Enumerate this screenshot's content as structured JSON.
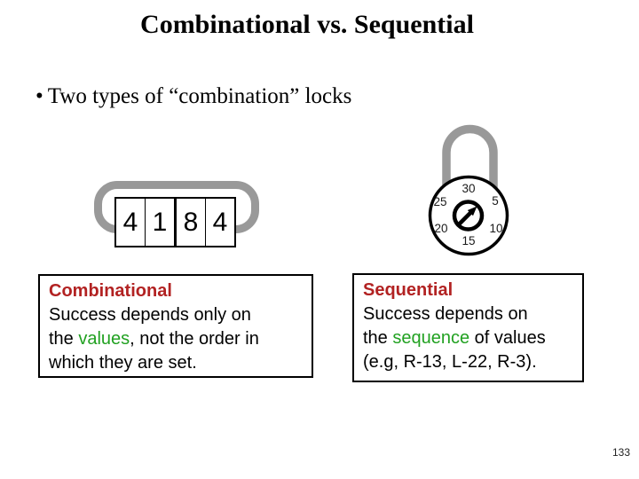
{
  "slide": {
    "title": "Combinational vs. Sequential",
    "bullet_marker": "•",
    "bullet_text": "Two types of “combination” locks",
    "page_number": "133"
  },
  "combo_lock": {
    "digits": [
      "4",
      "1",
      "8",
      "4"
    ]
  },
  "dial_lock": {
    "numbers": [
      "30",
      "25",
      "5",
      "20",
      "10",
      "15"
    ]
  },
  "cards": {
    "left": {
      "title": "Combinational",
      "lines": [
        [
          {
            "t": "Success depends only on"
          }
        ],
        [
          {
            "t": "the "
          },
          {
            "t": "values",
            "c": "green"
          },
          {
            "t": ", not the order in"
          }
        ],
        [
          {
            "t": "which they are set."
          }
        ]
      ]
    },
    "right": {
      "title": "Sequential",
      "lines": [
        [
          {
            "t": "Success depends on"
          }
        ],
        [
          {
            "t": "the "
          },
          {
            "t": "sequence",
            "c": "green"
          },
          {
            "t": " of values"
          }
        ],
        [
          {
            "t": "(e.g, R-13, L-22, R-3)."
          }
        ]
      ]
    }
  },
  "colors": {
    "accent_red": "#B22222",
    "accent_green": "#21A121",
    "shackle_gray": "#999999"
  }
}
